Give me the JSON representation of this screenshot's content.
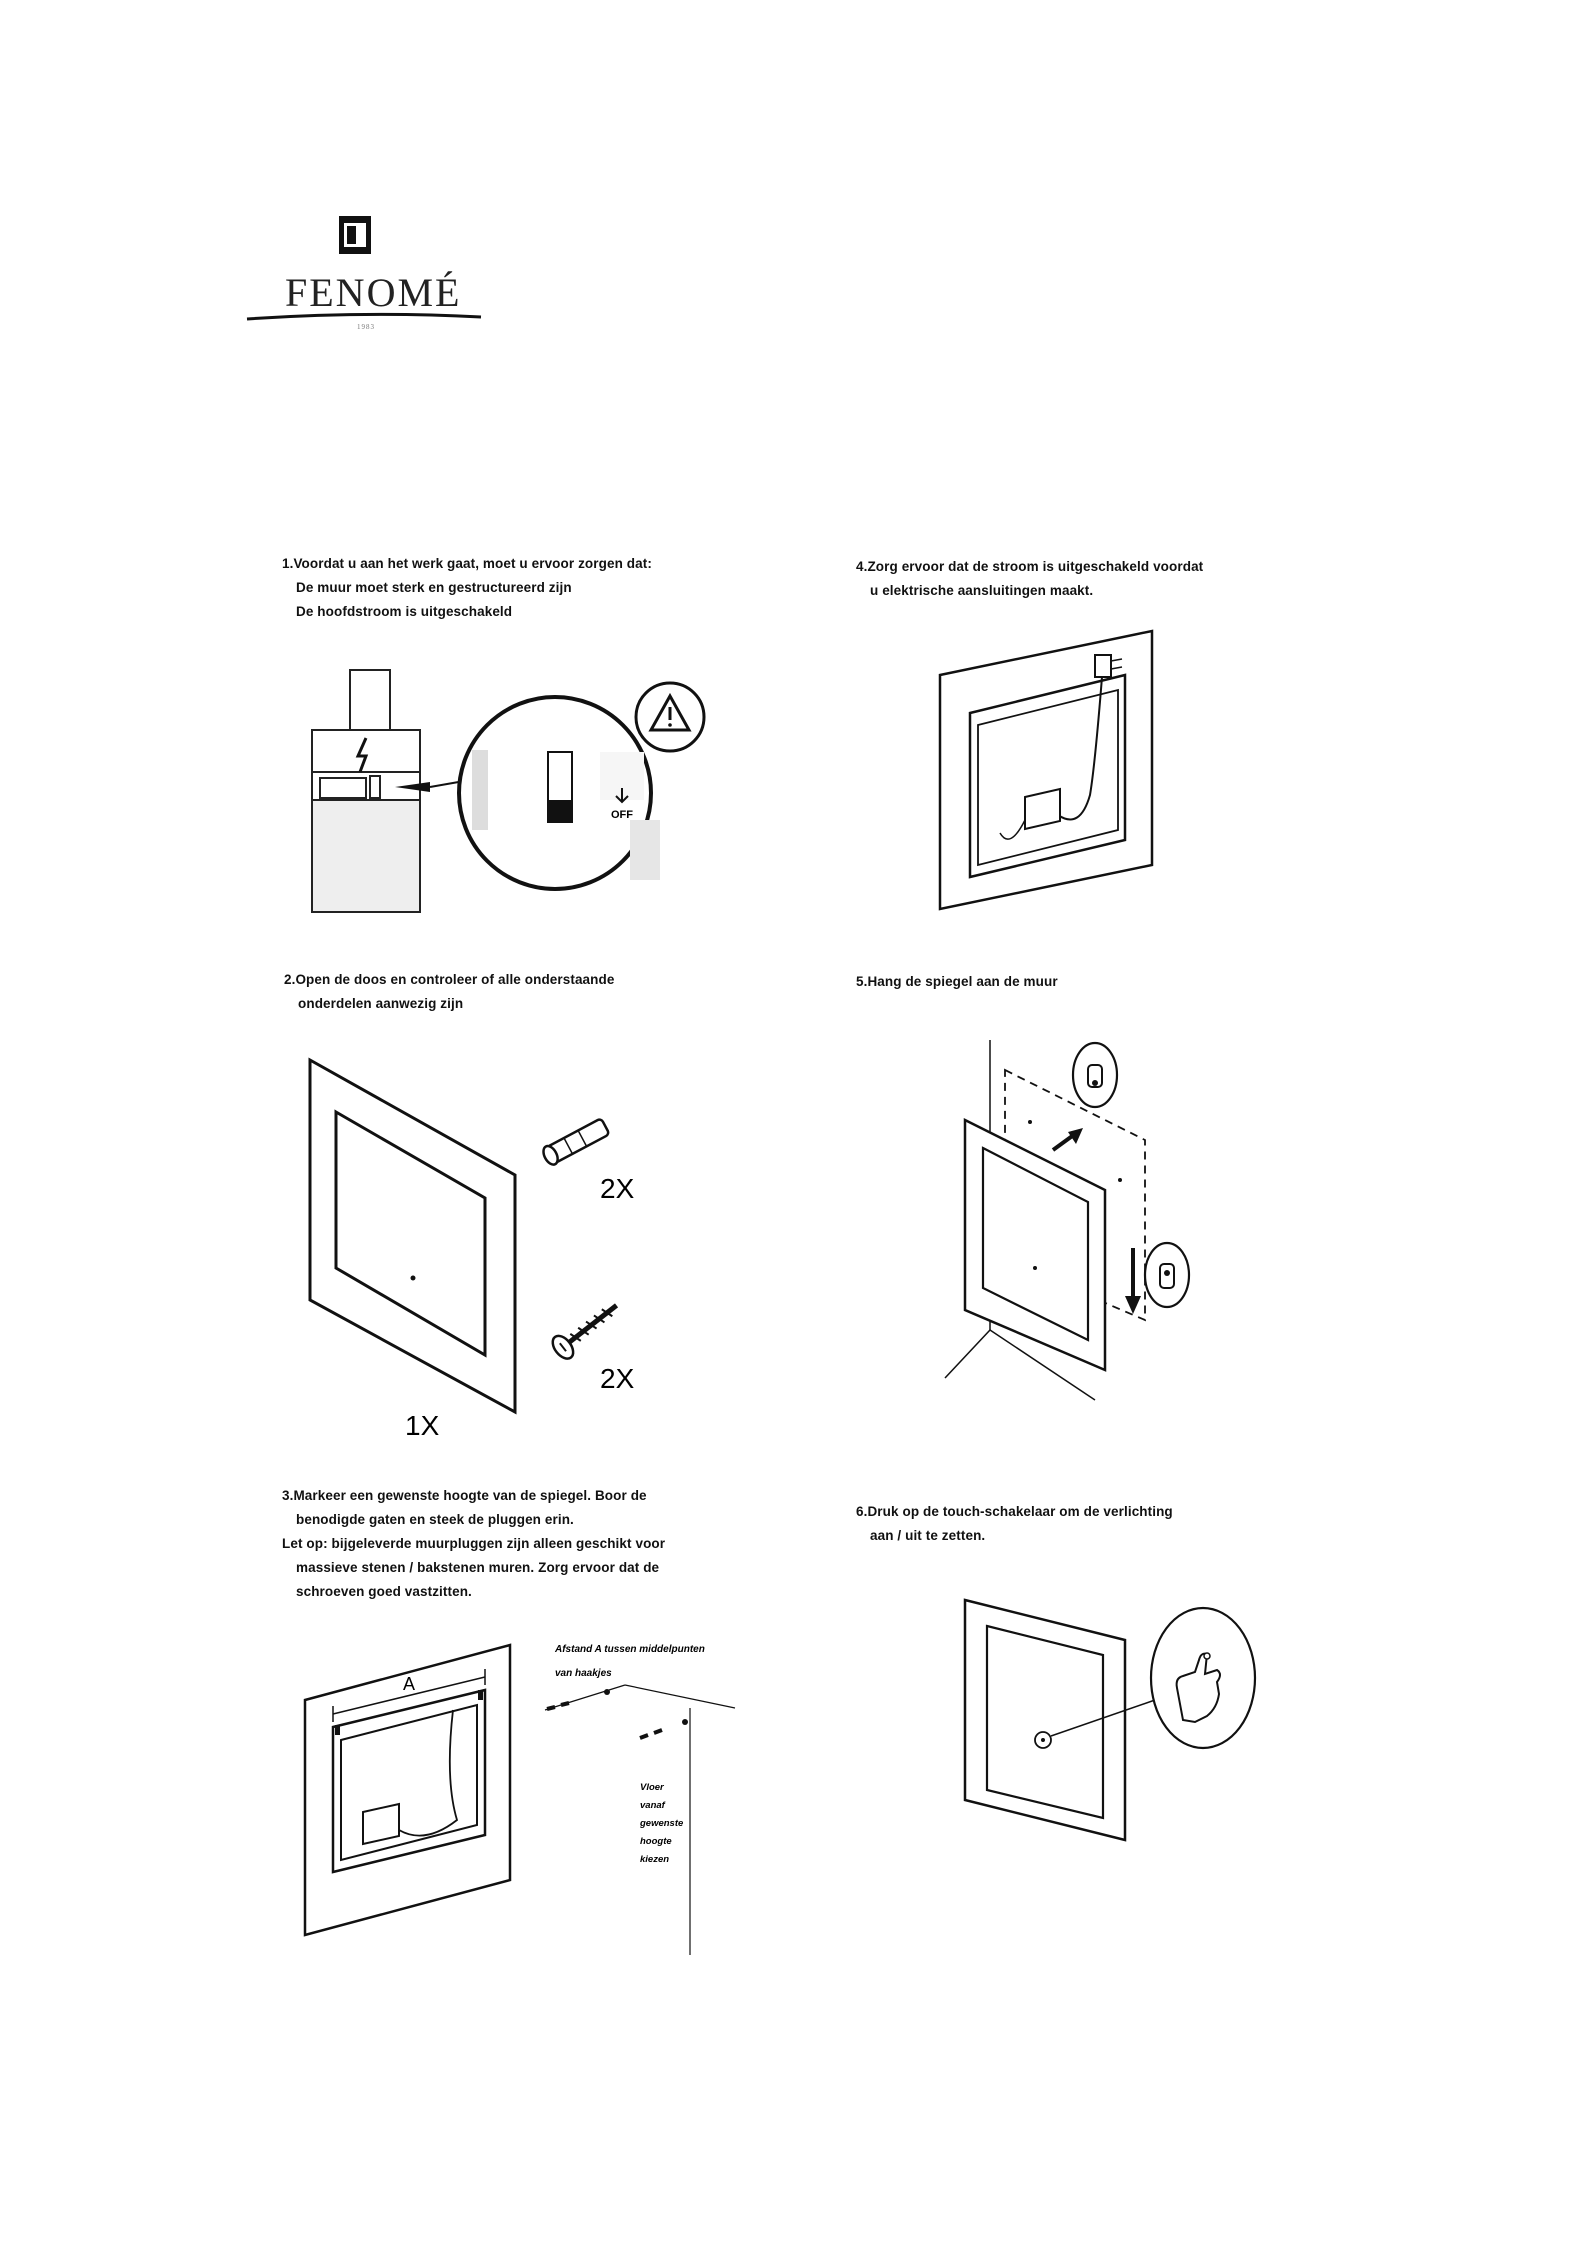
{
  "brand": {
    "name": "FENOMÉ",
    "sub": "1983"
  },
  "steps": [
    {
      "id": 1,
      "lines": [
        "1.Voordat u aan het werk gaat, moet u ervoor zorgen dat:",
        "De muur moet sterk en gestructureerd zijn",
        "De hoofdstroom is uitgeschakeld"
      ],
      "illustration": {
        "switch_label": "OFF"
      }
    },
    {
      "id": 2,
      "lines": [
        "2.Open de doos en controleer of alle onderstaande",
        "onderdelen aanwezig zijn"
      ],
      "illustration": {
        "mirror_count": "1X",
        "plug_count": "2X",
        "screw_count": "2X"
      }
    },
    {
      "id": 3,
      "lines": [
        "3.Markeer een gewenste hoogte van de spiegel. Boor de",
        "benodigde gaten en steek de pluggen erin.",
        "Let op: bijgeleverde muurpluggen zijn alleen geschikt voor",
        "massieve stenen / bakstenen muren. Zorg ervoor dat de",
        "schroeven goed vastzitten."
      ],
      "illustration": {
        "dimension_label": "A",
        "note_top": [
          "Afstand A tussen middelpunten",
          "van haakjes"
        ],
        "note_side": [
          "Vloer",
          "vanaf",
          "gewenste",
          "hoogte",
          "kiezen"
        ]
      }
    },
    {
      "id": 4,
      "lines": [
        "4.Zorg ervoor dat de stroom is uitgeschakeld voordat",
        "u elektrische aansluitingen maakt."
      ]
    },
    {
      "id": 5,
      "lines": [
        "5.Hang de spiegel aan de muur"
      ]
    },
    {
      "id": 6,
      "lines": [
        "6.Druk op de touch-schakelaar om de verlichting",
        "aan / uit te zetten."
      ]
    }
  ]
}
